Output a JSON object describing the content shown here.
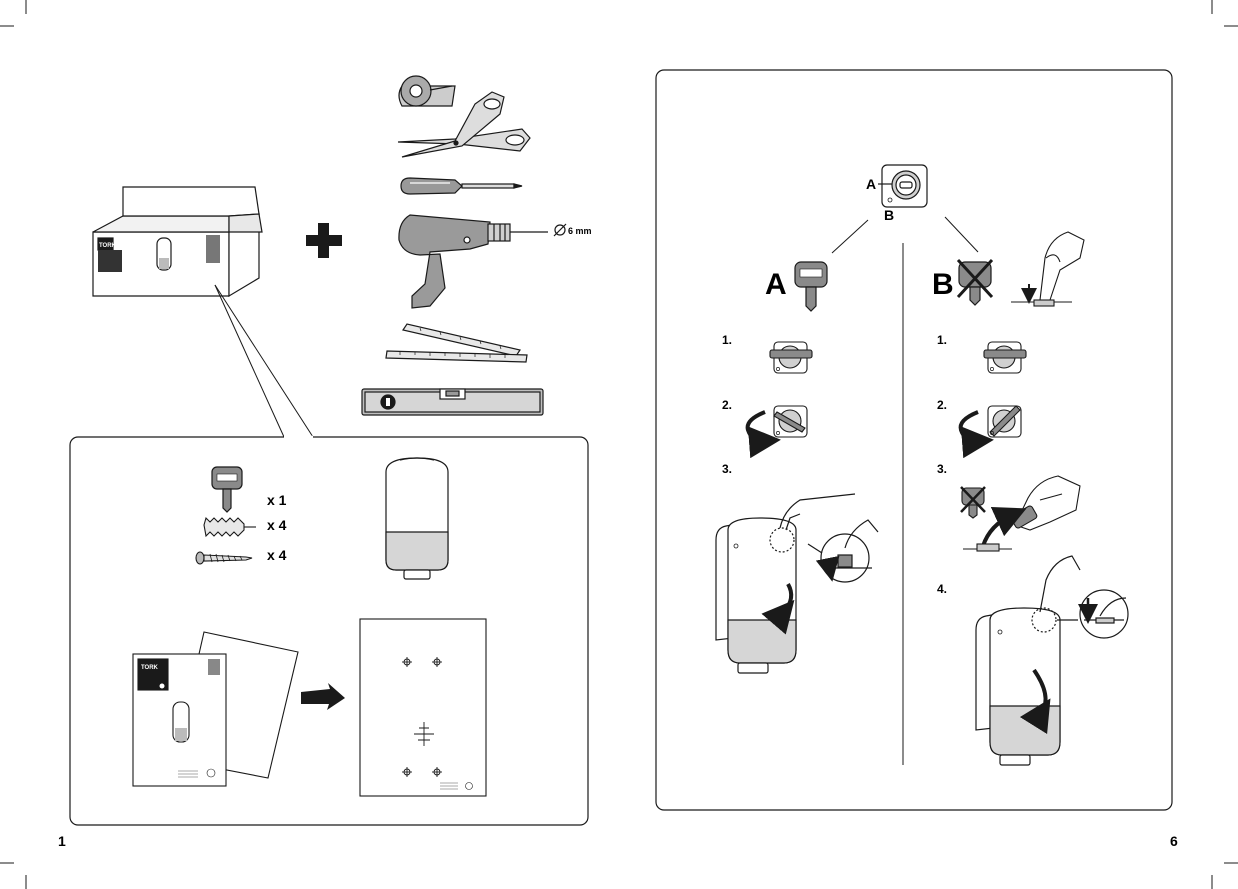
{
  "page_left": {
    "page_number": "1",
    "tools": {
      "drill_bit_size": "6 mm"
    },
    "parts": {
      "key_qty": "x 1",
      "plug_qty": "x 4",
      "screw_qty": "x 4"
    },
    "box_brand": "TORK",
    "manual_brand": "TORK"
  },
  "page_right": {
    "page_number": "6",
    "lock_labels": {
      "a": "A",
      "b": "B"
    },
    "option_a": {
      "title": "A",
      "steps": [
        "1.",
        "2.",
        "3."
      ]
    },
    "option_b": {
      "title": "B",
      "steps": [
        "1.",
        "2.",
        "3.",
        "4."
      ]
    }
  },
  "colors": {
    "ink": "#1a1a1a",
    "mid_grey": "#7a7a7a",
    "light_grey": "#bfbfbf",
    "tool_grey": "#9a9a9a"
  },
  "icons": [
    "tape-icon",
    "scissors-icon",
    "screwdriver-icon",
    "drill-icon",
    "ruler-icon",
    "spirit-level-icon",
    "plus-icon",
    "key-icon",
    "wall-plug-icon",
    "screw-icon",
    "dispenser-icon",
    "arrow-right-icon",
    "lock-icon",
    "rotate-arrow-icon",
    "hand-icon",
    "down-arrow-icon"
  ]
}
